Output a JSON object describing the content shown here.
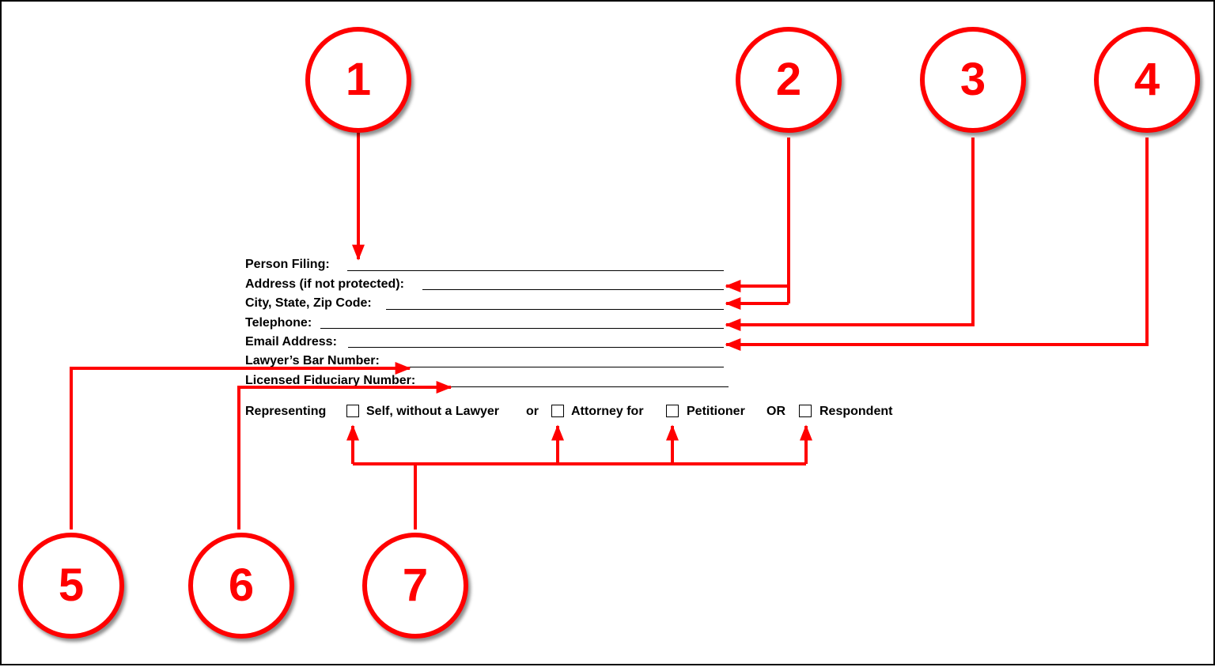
{
  "form": {
    "person_filing_label": "Person Filing:",
    "address_label": "Address (if not protected):",
    "city_label": "City, State, Zip Code:",
    "telephone_label": "Telephone:",
    "email_label": "Email Address:",
    "bar_number_label": "Lawyer’s Bar Number:",
    "fiduciary_label": "Licensed Fiduciary Number:",
    "representing": {
      "label": "Representing",
      "self_option": "Self, without a Lawyer",
      "or_lower": "or",
      "attorney_for": "Attorney for",
      "petitioner_option": "Petitioner",
      "or_upper": "OR",
      "respondent_option": "Respondent"
    }
  },
  "callouts": [
    "1",
    "2",
    "3",
    "4",
    "5",
    "6",
    "7"
  ],
  "colors": {
    "callout": "#ff0000",
    "text": "#000000",
    "border": "#000000"
  }
}
